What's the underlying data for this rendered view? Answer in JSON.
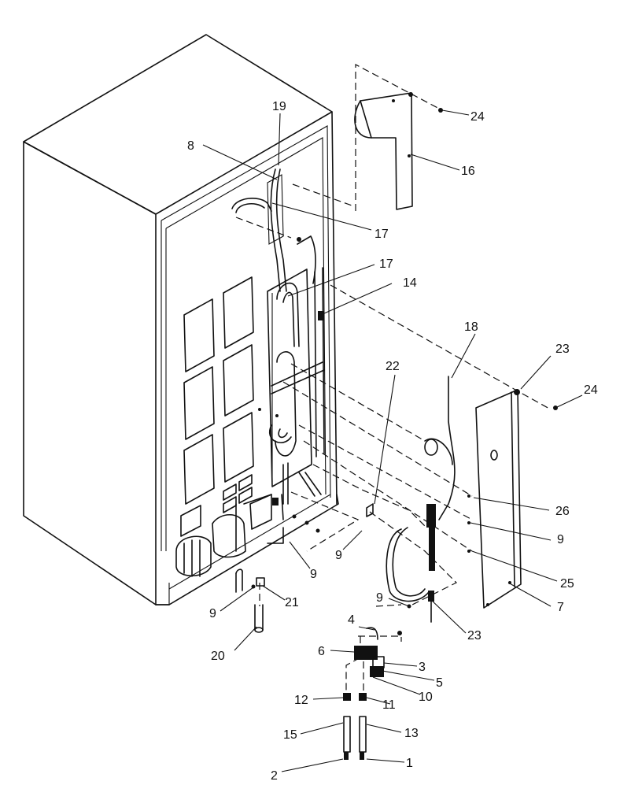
{
  "callouts": {
    "c1": "1",
    "c2": "2",
    "c3": "3",
    "c4": "4",
    "c5": "5",
    "c6": "6",
    "c7": "7",
    "c8": "8",
    "c9a": "9",
    "c9b": "9",
    "c9c": "9",
    "c9d": "9",
    "c9e": "9",
    "c10": "10",
    "c11": "11",
    "c12": "12",
    "c13": "13",
    "c14": "14",
    "c15": "15",
    "c16": "16",
    "c17a": "17",
    "c17b": "17",
    "c18": "18",
    "c19": "19",
    "c20": "20",
    "c21": "21",
    "c22": "22",
    "c23a": "23",
    "c23b": "23",
    "c24a": "24",
    "c24b": "24",
    "c25": "25",
    "c26": "26"
  }
}
